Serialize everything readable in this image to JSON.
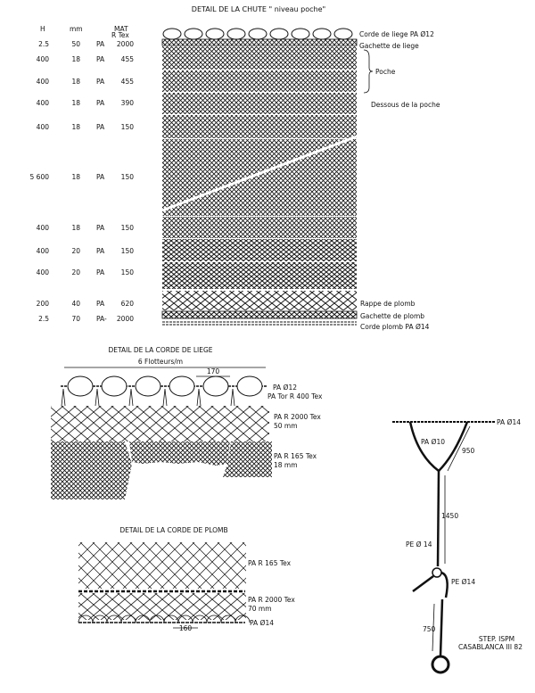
{
  "main_title": "DETAIL DE LA CHUTE \" niveau poche\"",
  "table": {
    "headers": {
      "h": "H",
      "mm": "mm",
      "mat": "MAT",
      "rtex": "R Tex"
    },
    "rows": [
      {
        "h": "2.5",
        "mm": "50",
        "mat": "PA",
        "rtex": "2000"
      },
      {
        "h": "400",
        "mm": "18",
        "mat": "PA",
        "rtex": "455"
      },
      {
        "h": "400",
        "mm": "18",
        "mat": "PA",
        "rtex": "455"
      },
      {
        "h": "400",
        "mm": "18",
        "mat": "PA",
        "rtex": "390"
      },
      {
        "h": "400",
        "mm": "18",
        "mat": "PA",
        "rtex": "150"
      },
      {
        "h": "5 600",
        "mm": "18",
        "mat": "PA",
        "rtex": "150"
      },
      {
        "h": "400",
        "mm": "18",
        "mat": "PA",
        "rtex": "150"
      },
      {
        "h": "400",
        "mm": "20",
        "mat": "PA",
        "rtex": "150"
      },
      {
        "h": "400",
        "mm": "20",
        "mat": "PA",
        "rtex": "150"
      },
      {
        "h": "200",
        "mm": "40",
        "mat": "PA",
        "rtex": "620"
      },
      {
        "h": "2.5",
        "mm": "70",
        "mat": "PA-",
        "rtex": "2000"
      }
    ]
  },
  "net_labels": {
    "corde_liege": "Corde de liege PA Ø12",
    "gachette_liege": "Gachette de liege",
    "poche": "Poche",
    "dessous": "Dessous de la poche",
    "rappe": "Rappe de plomb",
    "gachette_plomb": "Gachette de plomb",
    "corde_plomb": "Corde plomb PA Ø14"
  },
  "liege_detail": {
    "title": "DETAIL DE LA CORDE DE LIEGE",
    "floats": "6 Flotteurs/m",
    "spacing": "170",
    "rope": "PA Ø12",
    "tor": "PA Tor  R 400 Tex",
    "mesh1a": "PA R 2000 Tex",
    "mesh1b": "50 mm",
    "mesh2a": "PA R  165 Tex",
    "mesh2b": "18 mm"
  },
  "plomb_detail": {
    "title": "DETAIL DE LA CORDE DE PLOMB",
    "mesh1": "PA R 165 Tex",
    "mesh2a": "PA R 2000 Tex",
    "mesh2b": "70 mm",
    "rope": "PA Ø14",
    "spacing": "160"
  },
  "bridle": {
    "top_rope": "PA Ø14",
    "arm": "PA Ø10",
    "d1": "950",
    "d2": "1450",
    "pe1": "PE Ø 14",
    "pe2": "PE Ø14",
    "d3": "750"
  },
  "credit": {
    "line1": "STEP. ISPM",
    "line2": "CASABLANCA  III 82"
  }
}
